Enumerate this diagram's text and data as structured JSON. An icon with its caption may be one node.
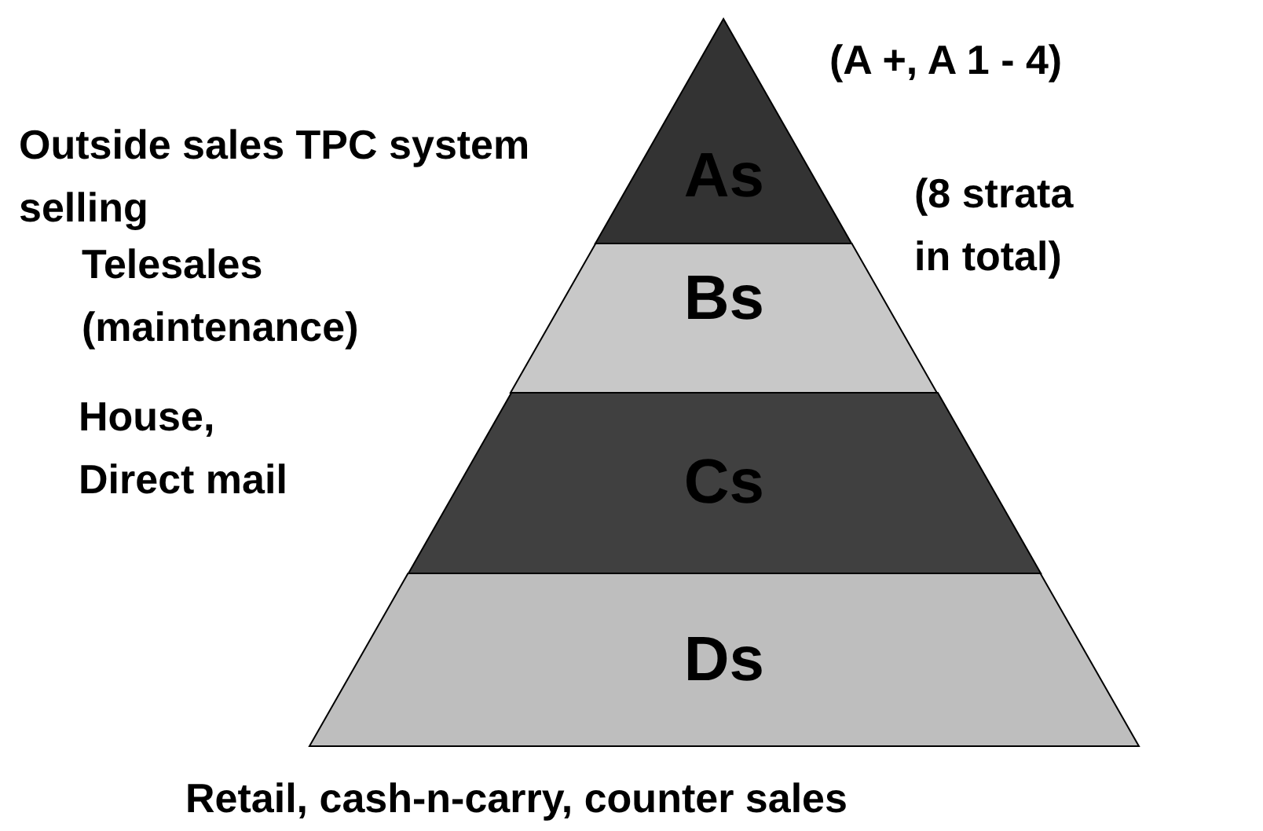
{
  "diagram": {
    "nodes": [
      {
        "text": [
          "As"
        ]
      },
      {
        "text": [
          "Bs"
        ]
      },
      {
        "text": [
          "Cs"
        ]
      },
      {
        "text": [
          "Ds"
        ],
        "beside": [
          "Retail, cash-n-carry, counter sales"
        ]
      }
    ],
    "edges": [],
    "labels": [
      "(A +, A 1 - 4)",
      "Outside sales TPC system selling",
      "(8 strata in total)",
      "Telesales (maintenance)",
      "House, Direct mail"
    ]
  }
}
